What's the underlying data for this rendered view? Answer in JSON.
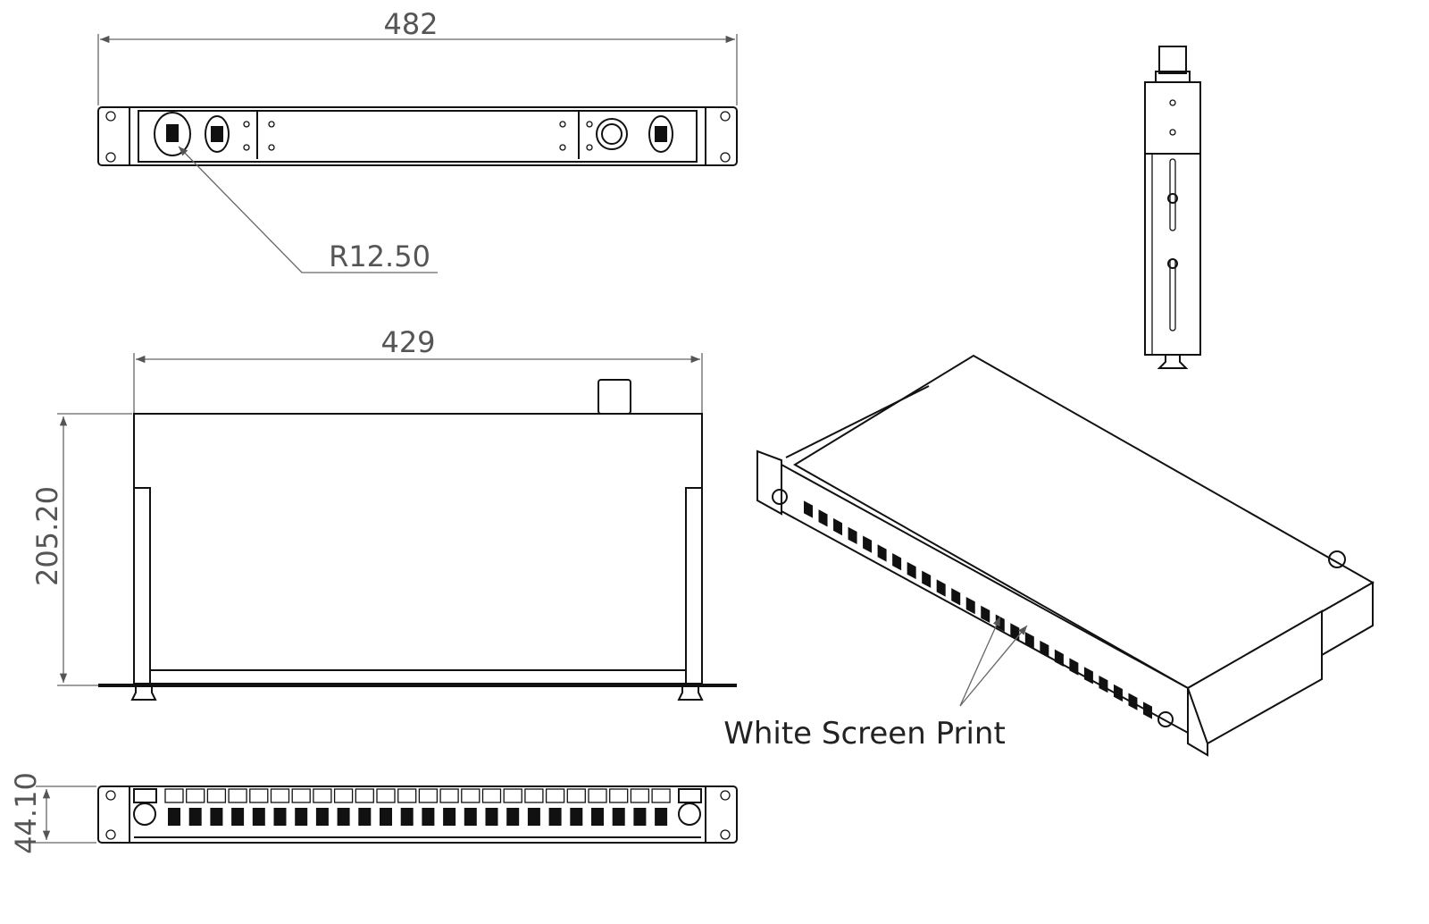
{
  "dimensions": {
    "overall_width": "482",
    "body_width": "429",
    "depth": "205.20",
    "height": "44.10",
    "radius": "R12.50"
  },
  "annotation": "White Screen Print",
  "port_count": 24
}
